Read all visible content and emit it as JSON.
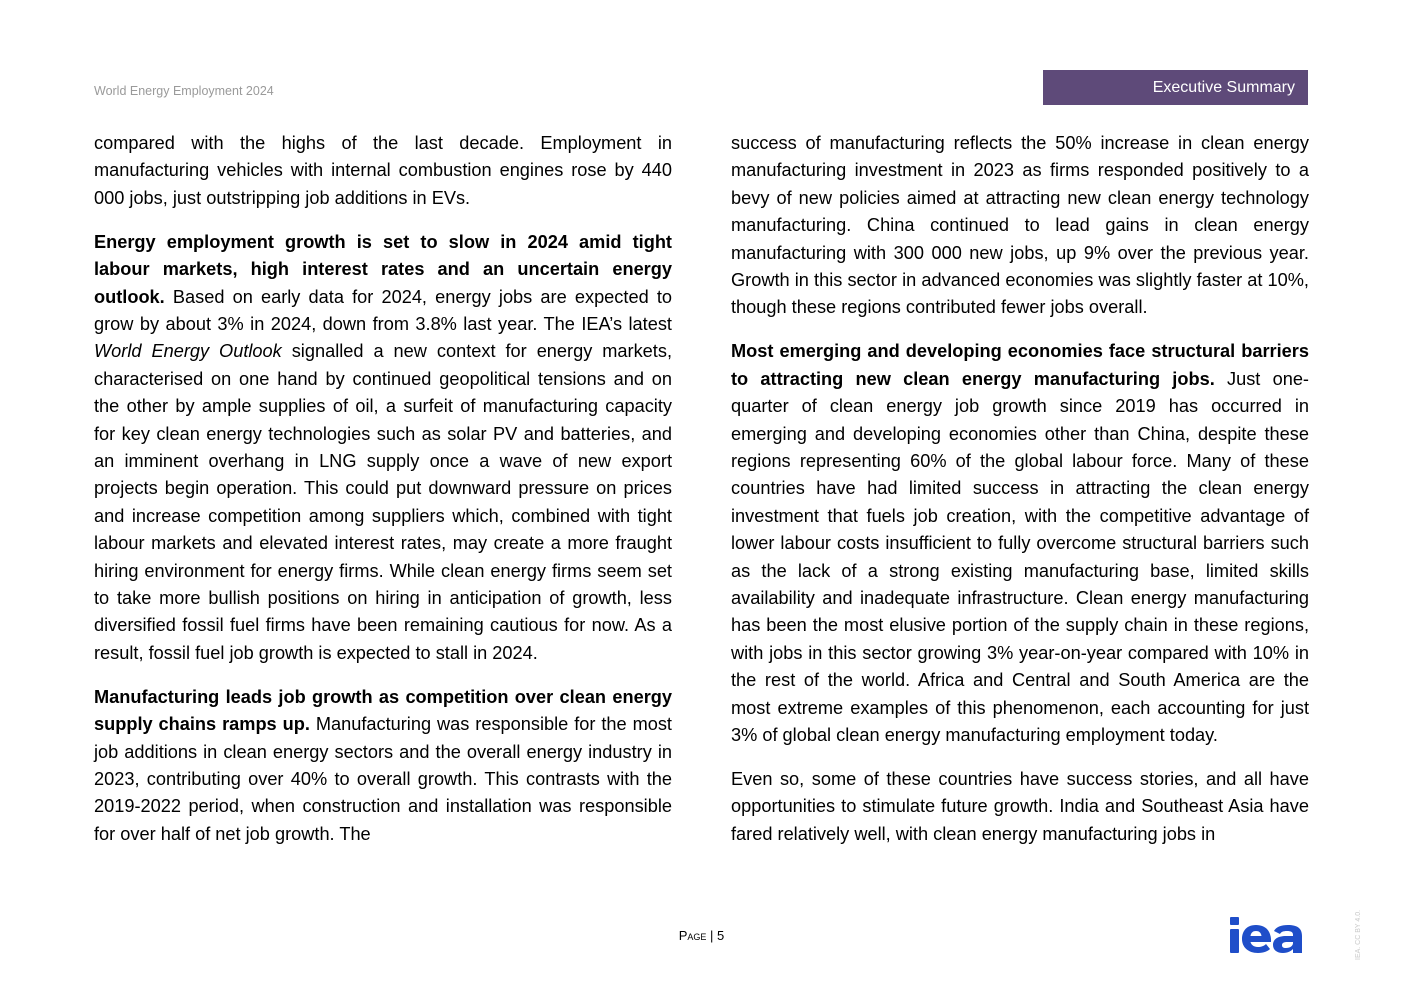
{
  "header": {
    "doc_title": "World Energy Employment 2024",
    "section_label": "Executive Summary"
  },
  "left_column": {
    "p1": "compared with the highs of the last decade. Employment in manufacturing vehicles with internal combustion engines rose by 440 000 jobs, just outstripping job additions in EVs.",
    "p2_bold": "Energy employment growth is set to slow in 2024 amid tight labour markets, high interest rates and an uncertain energy outlook.",
    "p2_a": " Based on early data for 2024, energy jobs are expected to grow by about 3% in 2024, down from 3.8% last year. The IEA’s latest ",
    "p2_italic": "World Energy Outlook",
    "p2_b": " signalled a new context for energy markets, characterised on one hand by continued geopolitical tensions and on the other by ample supplies of oil, a surfeit of manufacturing capacity for key clean energy technologies such as solar PV and batteries, and an imminent overhang in LNG supply once a wave of new export projects begin operation. This could put downward pressure on prices and increase competition among suppliers which, combined with tight labour markets and elevated interest rates, may create a more fraught hiring environment for energy firms. While clean energy firms seem set to take more bullish positions on hiring in anticipation of growth, less diversified fossil fuel firms have been remaining cautious for now. As a result, fossil fuel job growth is expected to stall in 2024.",
    "p3_bold": "Manufacturing leads job growth as competition over clean energy supply chains ramps up.",
    "p3_text": " Manufacturing was responsible for the most job additions in clean energy sectors and the overall energy industry in 2023, contributing over 40% to overall growth. This contrasts with the 2019-2022 period, when construction and installation was responsible for over half of net job growth. The"
  },
  "right_column": {
    "p1": "success of manufacturing reflects the 50% increase in clean energy manufacturing investment in 2023 as firms responded positively to a bevy of new policies aimed at attracting new clean energy technology manufacturing. China continued to lead gains in clean energy manufacturing with 300 000 new jobs, up 9% over the previous year. Growth in this sector in advanced economies was slightly faster at 10%, though these regions contributed fewer jobs overall.",
    "p2_bold": "Most emerging and developing economies face structural barriers to attracting new clean energy manufacturing jobs.",
    "p2_text": " Just one-quarter of clean energy job growth since 2019 has occurred in emerging and developing economies other than China, despite these regions representing 60% of the global labour force. Many of these countries have had limited success in attracting the clean energy investment that fuels job creation, with the competitive advantage of lower labour costs insufficient to fully overcome structural barriers such as the lack of a strong existing manufacturing base, limited skills availability and inadequate infrastructure. Clean energy manufacturing has been the most elusive portion of the supply chain in these regions, with jobs in this sector growing 3% year-on-year compared with 10% in the rest of the world. Africa and Central and South America are the most extreme examples of this phenomenon, each accounting for just 3% of global clean energy manufacturing employment today.",
    "p3": "Even so, some of these countries have success stories, and all have opportunities to stimulate future growth. India and Southeast Asia have fared relatively well, with clean energy manufacturing jobs in"
  },
  "footer": {
    "page_label": "Page",
    "separator": " | ",
    "page_number": "5",
    "copyright": "IEA. CC BY 4.0."
  },
  "logo": {
    "icon": "iea-logo-icon",
    "text": "iea",
    "color": "#1f4ec9"
  },
  "colors": {
    "accent": "#5e4a79",
    "header_text": "#9a9a9a"
  }
}
